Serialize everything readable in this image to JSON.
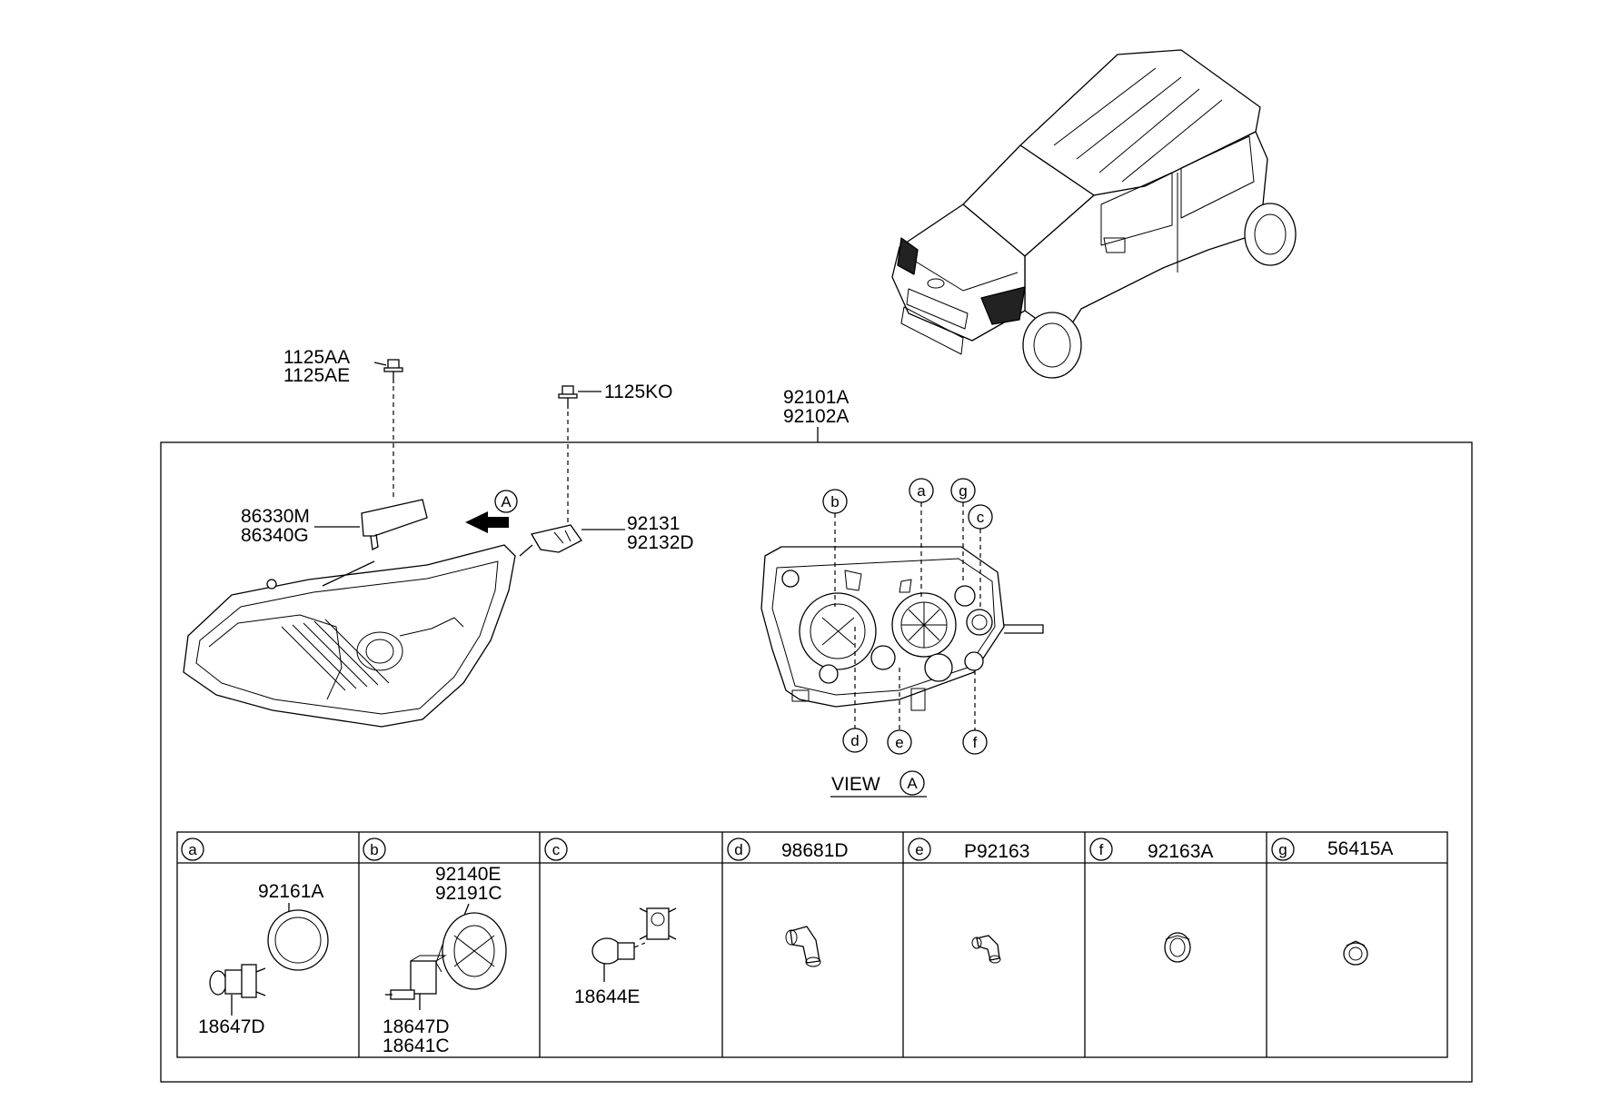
{
  "fasteners": {
    "left_1": "1125AA",
    "left_2": "1125AE",
    "right_1": "1125KO"
  },
  "assembly": {
    "part_1": "92101A",
    "part_2": "92102A"
  },
  "bracket": {
    "part_1": "86330M",
    "part_2": "86340G"
  },
  "clip": {
    "part_1": "92131",
    "part_2": "92132D"
  },
  "view_arrow": {
    "letter": "A"
  },
  "view_label": {
    "word": "VIEW",
    "letter": "A"
  },
  "callouts": [
    "a",
    "b",
    "c",
    "d",
    "e",
    "f",
    "g"
  ],
  "detail_table": {
    "cells": [
      {
        "letter": "a",
        "header_part": "",
        "parts": [
          "92161A",
          "18647D"
        ]
      },
      {
        "letter": "b",
        "header_part": "",
        "parts": [
          "92140E",
          "92191C",
          "18647D",
          "18641C"
        ]
      },
      {
        "letter": "c",
        "header_part": "",
        "parts": [
          "18644E"
        ]
      },
      {
        "letter": "d",
        "header_part": "98681D",
        "parts": []
      },
      {
        "letter": "e",
        "header_part": "P92163",
        "parts": []
      },
      {
        "letter": "f",
        "header_part": "92163A",
        "parts": []
      },
      {
        "letter": "g",
        "header_part": "56415A",
        "parts": []
      }
    ]
  }
}
